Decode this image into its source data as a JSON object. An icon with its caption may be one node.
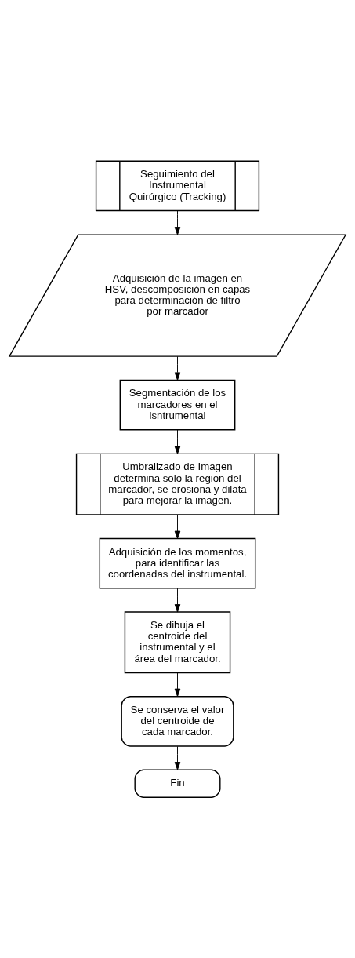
{
  "diagram": {
    "nodes": [
      {
        "text": [
          "Seguimiento del Instrumental Quirúrgico (Tracking)"
        ]
      },
      {
        "text": [
          "Adquisición de la imagen en HSV, descomposición en capas para determinación de filtro por marcador"
        ]
      },
      {
        "text": [
          "Segmentación de los marcadores en el isntrumental"
        ]
      },
      {
        "text": [
          "Umbralizado de Imagen determina solo la region del marcador, se erosiona y dilata para mejorar la imagen."
        ]
      },
      {
        "text": [
          "Adquisición de los momentos, para identificar las coordenadas del instrumental."
        ]
      },
      {
        "text": [
          "Se dibuja el centroide del instrumental y el área del marcador."
        ]
      },
      {
        "text": [
          "Se conserva el valor del centroide de cada marcador."
        ]
      },
      {
        "text": [
          "Fin"
        ]
      }
    ],
    "edges": [
      {
        "from": 0,
        "to": 1,
        "arrow": "to"
      },
      {
        "from": 1,
        "to": 2,
        "arrow": "to"
      },
      {
        "from": 2,
        "to": 3,
        "arrow": "to"
      },
      {
        "from": 3,
        "to": 4,
        "arrow": "to"
      },
      {
        "from": 4,
        "to": 5,
        "arrow": "to"
      },
      {
        "from": 5,
        "to": 6,
        "arrow": "to"
      },
      {
        "from": 6,
        "to": 7,
        "arrow": "to"
      }
    ]
  }
}
